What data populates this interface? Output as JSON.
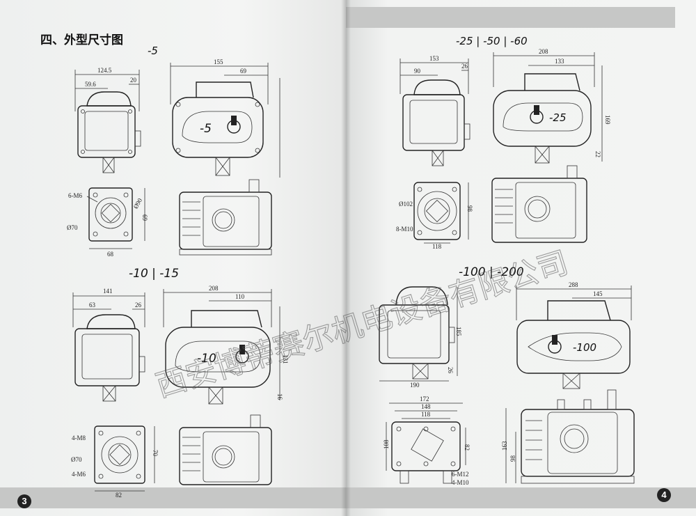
{
  "left_page": {
    "section_title": "四、外型尺寸图",
    "page_number": "3",
    "model_top": "-5",
    "model_bottom": "-10 | -15",
    "drawing_5": {
      "side_width": "124.5",
      "side_a": "59.6",
      "side_b": "20",
      "front_width": "155",
      "front_a": "69",
      "flange_bolts": "6-M6",
      "flange_pcd": "Ø70",
      "flange_pcd2": "Ø90",
      "flange_height": "69",
      "flange_width": "68",
      "knob_label": "-5"
    },
    "drawing_10": {
      "side_width": "141",
      "side_a": "63",
      "side_b": "26",
      "front_width": "208",
      "front_a": "110",
      "front_height": "131",
      "front_b": "16",
      "flange_bolts_top": "4-M8",
      "flange_bolts_bottom": "4-M6",
      "flange_pcd": "Ø70",
      "flange_height": "70",
      "flange_width": "82",
      "knob_label": "-10"
    }
  },
  "right_page": {
    "page_number": "4",
    "model_top": "-25 | -50 | -60",
    "model_bottom": "-100 | -200",
    "drawing_25": {
      "side_width": "153",
      "side_a": "90",
      "side_b": "26",
      "front_width": "208",
      "front_a": "133",
      "front_height": "169",
      "front_b": "22",
      "flange_pcd": "Ø102",
      "flange_bolts": "8-M10",
      "flange_width": "118",
      "flange_height": "98",
      "knob_label": "-25"
    },
    "drawing_100": {
      "side_height": "185",
      "side_b": "26",
      "side_width": "190",
      "front_width": "288",
      "front_a": "145",
      "flange_w1": "172",
      "flange_w2": "148",
      "flange_w3": "118",
      "flange_h1": "108",
      "flange_h2": "82",
      "flange_bolts_a": "6-M12",
      "flange_bolts_b": "4-M10",
      "body_h1": "163",
      "body_h2": "98",
      "knob_label": "-100"
    }
  },
  "watermark": "西安博蒂赛尔机电设备有限公司",
  "colors": {
    "paper": "#f1f2f1",
    "band": "#c6c7c6",
    "ink": "#222222",
    "background": "#6f6f6f"
  }
}
